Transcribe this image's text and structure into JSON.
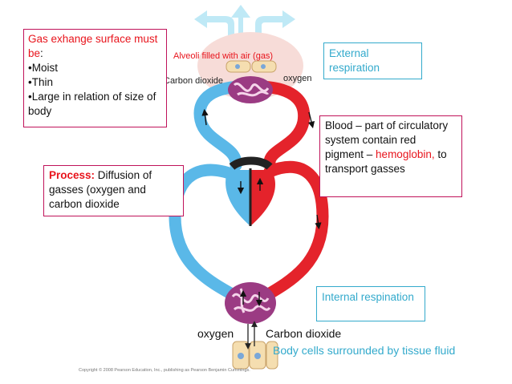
{
  "gas_exchange_box": {
    "heading": "Gas exhange surface must be",
    "heading_suffix": ":",
    "items": [
      "•Moist",
      "•Thin",
      "•Large in relation of size of body"
    ]
  },
  "process_box": {
    "label": "Process:",
    "text": " Diffusion of gasses (oxygen and carbon dioxide"
  },
  "external_box": {
    "text": "External respiration"
  },
  "blood_box": {
    "text_before": "Blood – part of circulatory system contain red pigment – ",
    "highlight": "hemoglobin,",
    "text_after": " to transport gasses"
  },
  "internal_box": {
    "text": "Internal respination"
  },
  "labels": {
    "alveoli": "Alveoli filled with air (gas)",
    "co2_top": "Carbon dioxide",
    "oxygen_top": "oxygen",
    "oxygen_bottom": "oxygen",
    "co2_bottom": "Carbon dioxide",
    "body_cells": "Body cells surrounded by tissue fluid",
    "copyright": "Copyright © 2008 Pearson Education, Inc., publishing as Pearson Benjamin Cummings."
  },
  "colors": {
    "box_border_red": "#c0135a",
    "box_border_teal": "#33aacc",
    "red_text": "#e8141c",
    "teal_text": "#33aacc",
    "blood_oxygenated": "#e4232b",
    "blood_deoxygenated": "#5ab8e8",
    "capillary": "#9b3b83",
    "air_arrow": "#bfe9f6",
    "lung": "#f7dcd8"
  }
}
